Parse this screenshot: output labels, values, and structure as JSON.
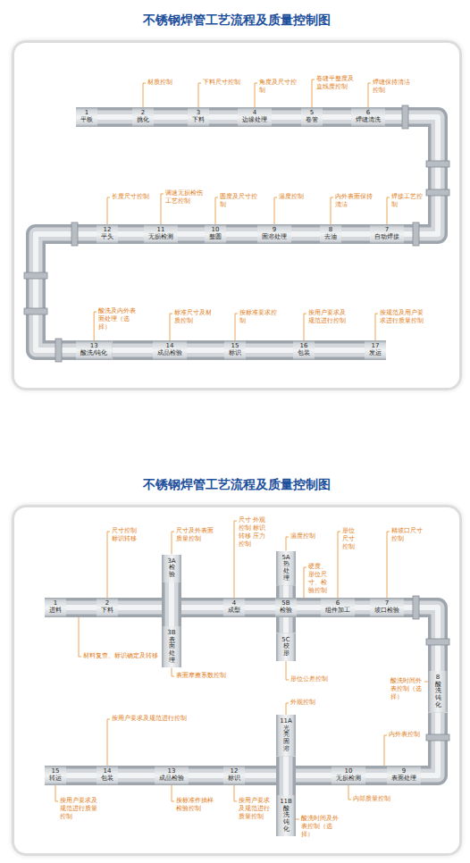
{
  "diagram": {
    "nodes": [
      {
        "text": [
          "不锈钢焊管工艺流程及质量控制图"
        ]
      },
      {
        "text": [
          "1",
          "平板"
        ],
        "in": 0
      },
      {
        "text": [
          "2",
          "挑化"
        ],
        "in": 0
      },
      {
        "text": [
          "3",
          "下料"
        ],
        "in": 0
      },
      {
        "text": [
          "4",
          "边缘处理"
        ],
        "in": 0
      },
      {
        "text": [
          "5",
          "卷管"
        ],
        "in": 0
      },
      {
        "text": [
          "6",
          "焊缝清洗"
        ],
        "in": 0
      },
      {
        "text": [
          "7",
          "自动焊接"
        ],
        "in": 0
      },
      {
        "text": [
          "8",
          "去油"
        ],
        "in": 0
      },
      {
        "text": [
          "9",
          "固溶处理"
        ],
        "in": 0
      },
      {
        "text": [
          "10",
          "整圆"
        ],
        "in": 0
      },
      {
        "text": [
          "11",
          "无损检测"
        ],
        "in": 0
      },
      {
        "text": [
          "12",
          "平头"
        ],
        "in": 0
      },
      {
        "text": [
          "13",
          "酸洗/钝化"
        ],
        "in": 0
      },
      {
        "text": [
          "14",
          "成品检验"
        ],
        "in": 0
      },
      {
        "text": [
          "15",
          "标识"
        ],
        "in": 0
      },
      {
        "text": [
          "16",
          "包装"
        ],
        "in": 0
      },
      {
        "text": [
          "17",
          "发运"
        ],
        "in": 0
      },
      {
        "text": [
          "不锈钢焊管工艺流程及质量控制图"
        ]
      },
      {
        "text": [
          "1",
          "进料"
        ],
        "in": 18
      },
      {
        "text": [
          "2",
          "下料"
        ],
        "in": 18
      },
      {
        "text": [
          "3A",
          "检验"
        ],
        "in": 18
      },
      {
        "text": [
          "3B",
          "表面处理"
        ],
        "in": 18
      },
      {
        "text": [
          "4",
          "成型"
        ],
        "in": 18
      },
      {
        "text": [
          "5A",
          "热处理"
        ],
        "in": 18
      },
      {
        "text": [
          "5B",
          "检验"
        ],
        "in": 18
      },
      {
        "text": [
          "5C",
          "校形"
        ],
        "in": 18
      },
      {
        "text": [
          "6",
          "组件加工"
        ],
        "in": 18
      },
      {
        "text": [
          "7",
          "坡口检验"
        ],
        "in": 18
      },
      {
        "text": [
          "8",
          "酸洗钝化"
        ],
        "in": 18
      },
      {
        "text": [
          "9",
          "表面处理"
        ],
        "in": 18
      },
      {
        "text": [
          "10",
          "无损检测"
        ],
        "in": 18
      },
      {
        "text": [
          "11A",
          "光亮固溶"
        ],
        "in": 18
      },
      {
        "text": [
          "11B",
          "酸洗钝化"
        ],
        "in": 18
      },
      {
        "text": [
          "12",
          "标识"
        ],
        "in": 18
      },
      {
        "text": [
          "13",
          "成品检验"
        ],
        "in": 18
      },
      {
        "text": [
          "14",
          "包装"
        ],
        "in": 18
      },
      {
        "text": [
          "15",
          "转运"
        ],
        "in": 18
      }
    ],
    "edges": [
      {
        "from": 1,
        "to": 2,
        "arrow": "none"
      },
      {
        "from": 2,
        "to": 3,
        "arrow": "none"
      },
      {
        "from": 3,
        "to": 4,
        "arrow": "none"
      },
      {
        "from": 4,
        "to": 5,
        "arrow": "none"
      },
      {
        "from": 5,
        "to": 6,
        "arrow": "none"
      },
      {
        "from": 6,
        "to": 7,
        "arrow": "none"
      },
      {
        "from": 7,
        "to": 8,
        "arrow": "none"
      },
      {
        "from": 8,
        "to": 9,
        "arrow": "none"
      },
      {
        "from": 9,
        "to": 10,
        "arrow": "none"
      },
      {
        "from": 10,
        "to": 11,
        "arrow": "none"
      },
      {
        "from": 11,
        "to": 12,
        "arrow": "none"
      },
      {
        "from": 12,
        "to": 13,
        "arrow": "none"
      },
      {
        "from": 13,
        "to": 14,
        "arrow": "none"
      },
      {
        "from": 14,
        "to": 15,
        "arrow": "none"
      },
      {
        "from": 15,
        "to": 16,
        "arrow": "none"
      },
      {
        "from": 16,
        "to": 17,
        "arrow": "none"
      },
      {
        "from": 19,
        "to": 20,
        "arrow": "none"
      },
      {
        "from": 20,
        "to": 23,
        "arrow": "none"
      },
      {
        "from": 23,
        "to": 25,
        "arrow": "none"
      },
      {
        "from": 25,
        "to": 27,
        "arrow": "none"
      },
      {
        "from": 27,
        "to": 28,
        "arrow": "none"
      },
      {
        "from": 28,
        "to": 29,
        "arrow": "none"
      },
      {
        "from": 29,
        "to": 30,
        "arrow": "none"
      },
      {
        "from": 30,
        "to": 31,
        "arrow": "none"
      },
      {
        "from": 31,
        "to": 34,
        "arrow": "none"
      },
      {
        "from": 34,
        "to": 35,
        "arrow": "none"
      },
      {
        "from": 35,
        "to": 36,
        "arrow": "none"
      },
      {
        "from": 36,
        "to": 37,
        "arrow": "none"
      },
      {
        "from": 21,
        "to": 22,
        "arrow": "none"
      },
      {
        "from": 24,
        "to": 25,
        "arrow": "none"
      },
      {
        "from": 25,
        "to": 26,
        "arrow": "none"
      },
      {
        "from": 32,
        "to": 33,
        "arrow": "none"
      }
    ],
    "labels": [
      "材质控制",
      "下料尺寸控制",
      "角度及尺寸控制",
      "卷缝平整度及直线度控制",
      "焊缝保持清洁控制",
      "焊接工艺控制",
      "内外表面保持清洁",
      "温度控制",
      "圆度及尺寸控制",
      "调速无损检伤工艺控制",
      "长度尺寸控制",
      "酸洗及内外表面处理（选择）",
      "标准尺寸及材质控制",
      "按标准要求控制",
      "按用户要求及规范进行控制",
      "按规范及用户要求进行质量控制",
      "材料复查、标识确定及转移",
      "尺寸控制 标识转移",
      "尺寸及外表面质量控制",
      "表面摩擦系数控制",
      "尺寸 外观控制 标识转移 压力控制",
      "温度控制",
      "硬度、形位尺寸、检验控制",
      "形位公差控制",
      "形位尺寸控制",
      "精坡口尺寸控制",
      "酸洗时间外表控制（选择）",
      "内外表控制",
      "内部质量控制",
      "外观控制",
      "酸洗时间及外表控制（选择）",
      "按用户要求及规范进行质量控制",
      "按标准作抽样检验控制",
      "按用户要求及规范进行控制",
      "按用户要求及规范进行质量控制"
    ]
  }
}
